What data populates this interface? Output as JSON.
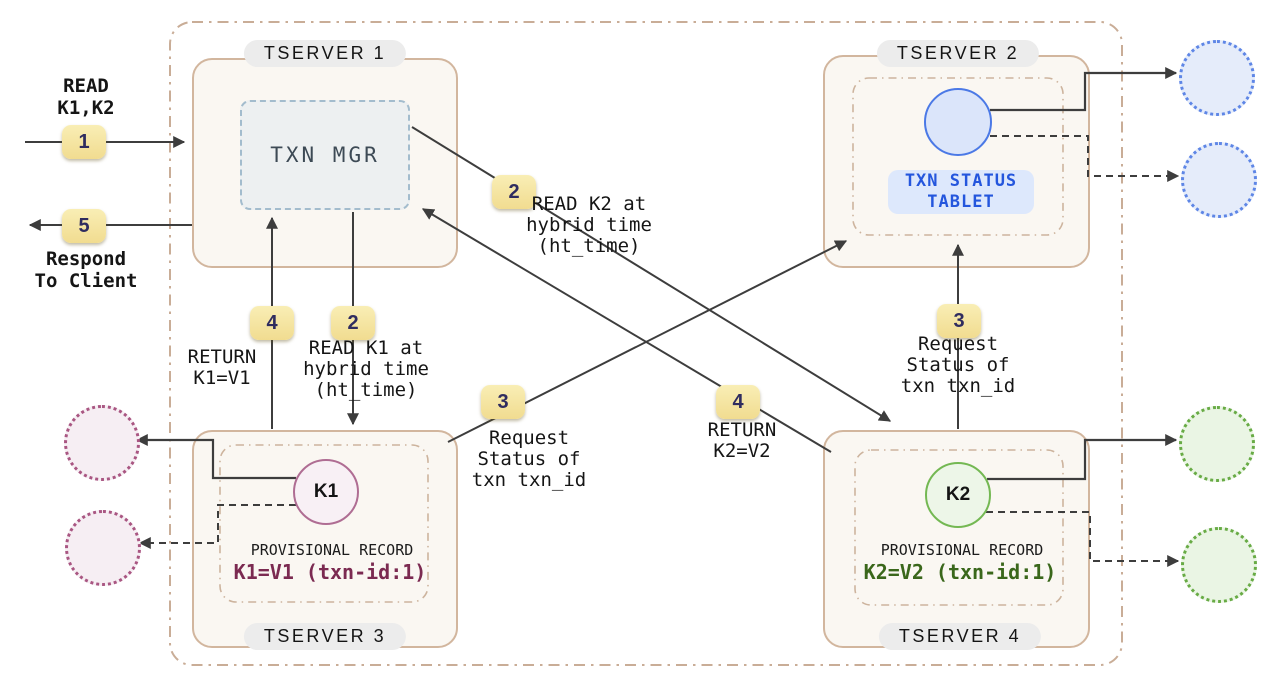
{
  "tservers": {
    "ts1": {
      "label": "TSERVER 1",
      "txn_mgr_label": "TXN MGR"
    },
    "ts2": {
      "label": "TSERVER 2",
      "status_tablet_label": "TXN STATUS\nTABLET"
    },
    "ts3": {
      "label": "TSERVER 3",
      "key_label": "K1",
      "record_title": "PROVISIONAL RECORD",
      "record_value": "K1=V1 (txn-id:1)"
    },
    "ts4": {
      "label": "TSERVER 4",
      "key_label": "K2",
      "record_title": "PROVISIONAL RECORD",
      "record_value": "K2=V2 (txn-id:1)"
    }
  },
  "client_flow": {
    "read_request": "READ\nK1,K2",
    "respond": "Respond\nTo Client"
  },
  "steps": {
    "s1": {
      "num": "1"
    },
    "s5": {
      "num": "5"
    },
    "s2_read_k1": {
      "num": "2",
      "label": "READ K1 at\nhybrid time\n(ht_time)"
    },
    "s2_read_k2": {
      "num": "2",
      "label": "READ K2 at\nhybrid time\n(ht_time)"
    },
    "s3_left": {
      "num": "3",
      "label": "Request\nStatus of\ntxn txn_id"
    },
    "s3_right": {
      "num": "3",
      "label": "Request\nStatus of\ntxn txn_id"
    },
    "s4_left": {
      "num": "4",
      "label": "RETURN\nK1=V1"
    },
    "s4_right": {
      "num": "4",
      "label": "RETURN\nK2=V2"
    }
  },
  "colors": {
    "arrow": "#3d3d3d",
    "container_border": "#c9ad97",
    "tserver_border": "#d2b69e",
    "tserver_fill": "#faf7f2",
    "badge_fill": "#f6e5a1",
    "badge_text": "#2f2c5f",
    "txn_mgr_border": "#a3bccd",
    "txn_status_blue": "#2456dd",
    "provisional_maroon": "#7b2a51",
    "provisional_green": "#3a671b"
  }
}
